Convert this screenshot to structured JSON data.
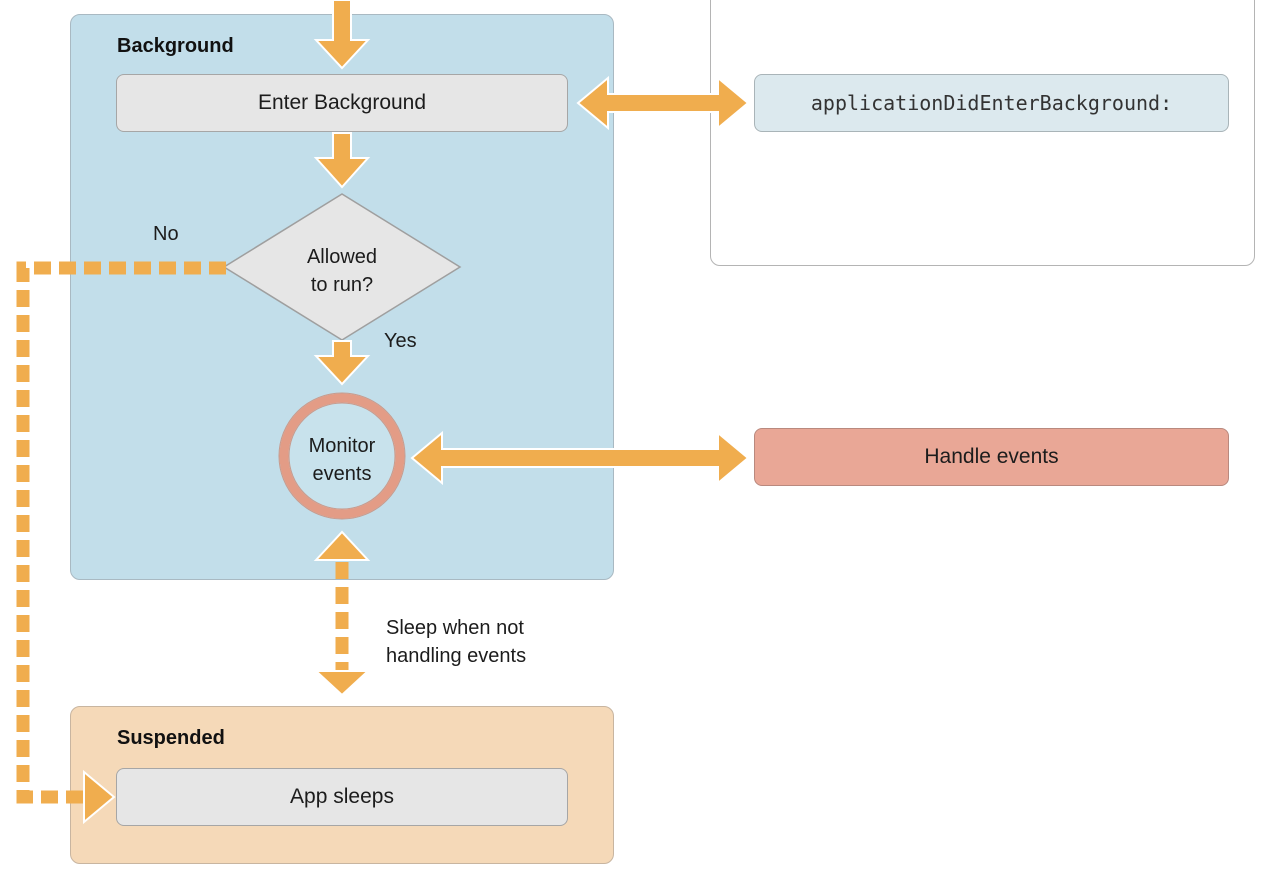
{
  "regions": {
    "background": "Background",
    "suspended": "Suspended"
  },
  "nodes": {
    "enter_background": "Enter Background",
    "delegate_method": "applicationDidEnterBackground:",
    "decision_line1": "Allowed",
    "decision_line2": "to run?",
    "monitor_line1": "Monitor",
    "monitor_line2": "events",
    "handle_events": "Handle events",
    "app_sleeps": "App sleeps"
  },
  "edge_labels": {
    "no": "No",
    "yes": "Yes",
    "sleep_line1": "Sleep when not",
    "sleep_line2": "handling events"
  },
  "colors": {
    "arrow": "#f0ad4e",
    "background_region": "#c2deea",
    "suspended_region": "#f5d9b8",
    "process_box": "#e6e6e6",
    "handle_box": "#e9a796",
    "monitor_ring": "#e39c86"
  }
}
